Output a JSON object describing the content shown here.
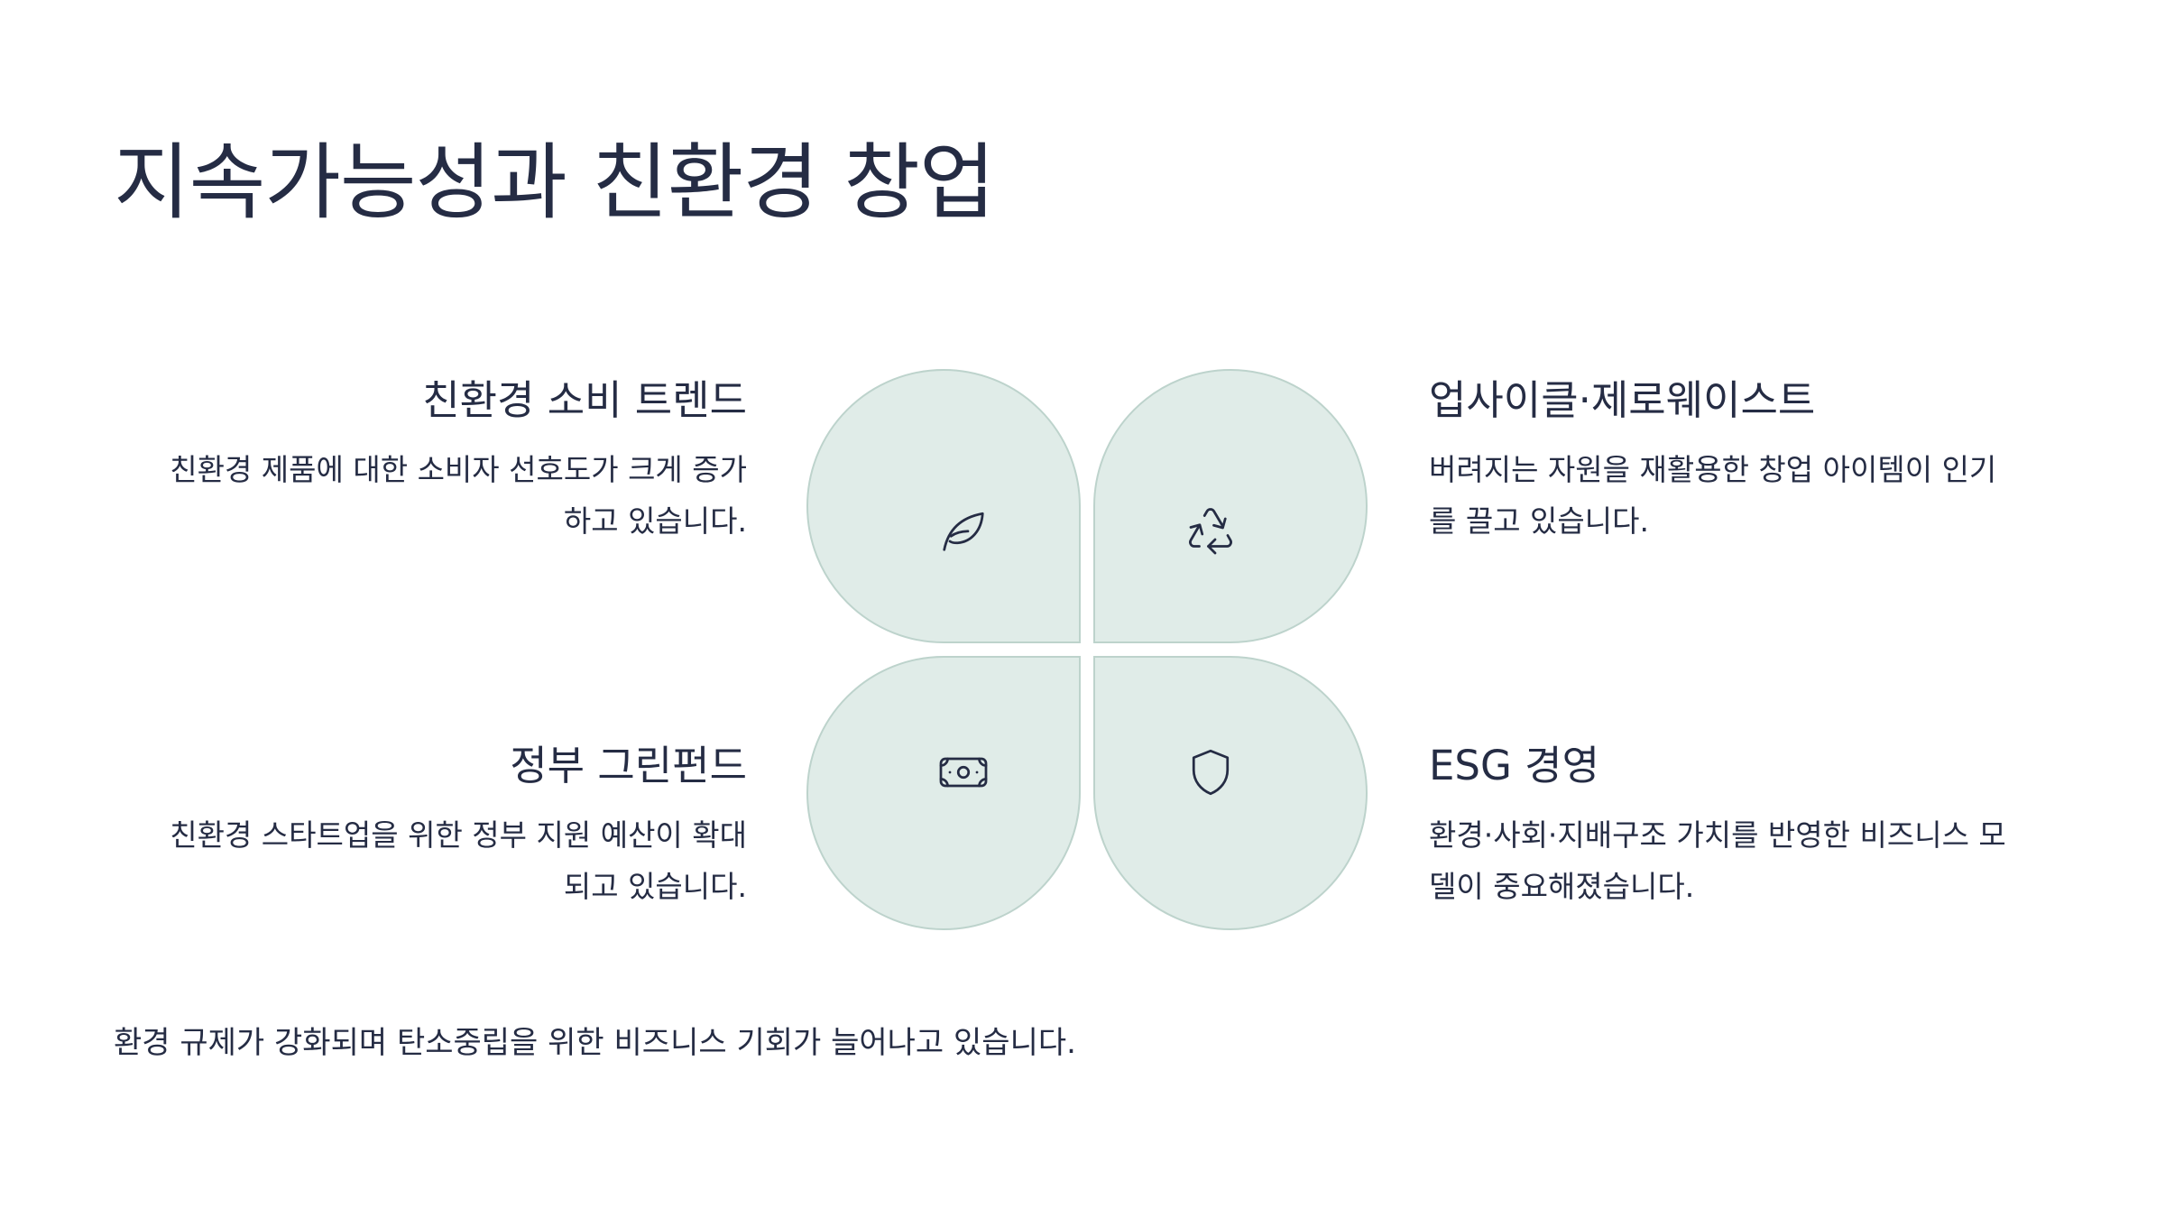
{
  "title": "지속가능성과 친환경 창업",
  "items": [
    {
      "heading": "친환경 소비 트렌드",
      "desc_line1": "친환경 제품에 대한 소비자 선호도가 크게 증가",
      "desc_line2": "하고 있습니다.",
      "icon": "leaf-icon"
    },
    {
      "heading": "업사이클·제로웨이스트",
      "desc_line1": "버려지는 자원을 재활용한 창업 아이템이 인기",
      "desc_line2": "를 끌고 있습니다.",
      "icon": "recycle-icon"
    },
    {
      "heading": "정부 그린펀드",
      "desc_line1": "친환경 스타트업을 위한 정부 지원 예산이 확대",
      "desc_line2": "되고 있습니다.",
      "icon": "banknote-icon"
    },
    {
      "heading": "ESG 경영",
      "desc_line1": "환경·사회·지배구조 가치를 반영한 비즈니스 모",
      "desc_line2": "델이 중요해졌습니다.",
      "icon": "shield-icon"
    }
  ],
  "footer": "환경 규제가 강화되며 탄소중립을 위한 비즈니스 기회가 늘어나고 있습니다.",
  "colors": {
    "text": "#252c44",
    "petal_fill": "#e0ece8",
    "petal_border": "#bdd3cc",
    "background": "#ffffff"
  }
}
